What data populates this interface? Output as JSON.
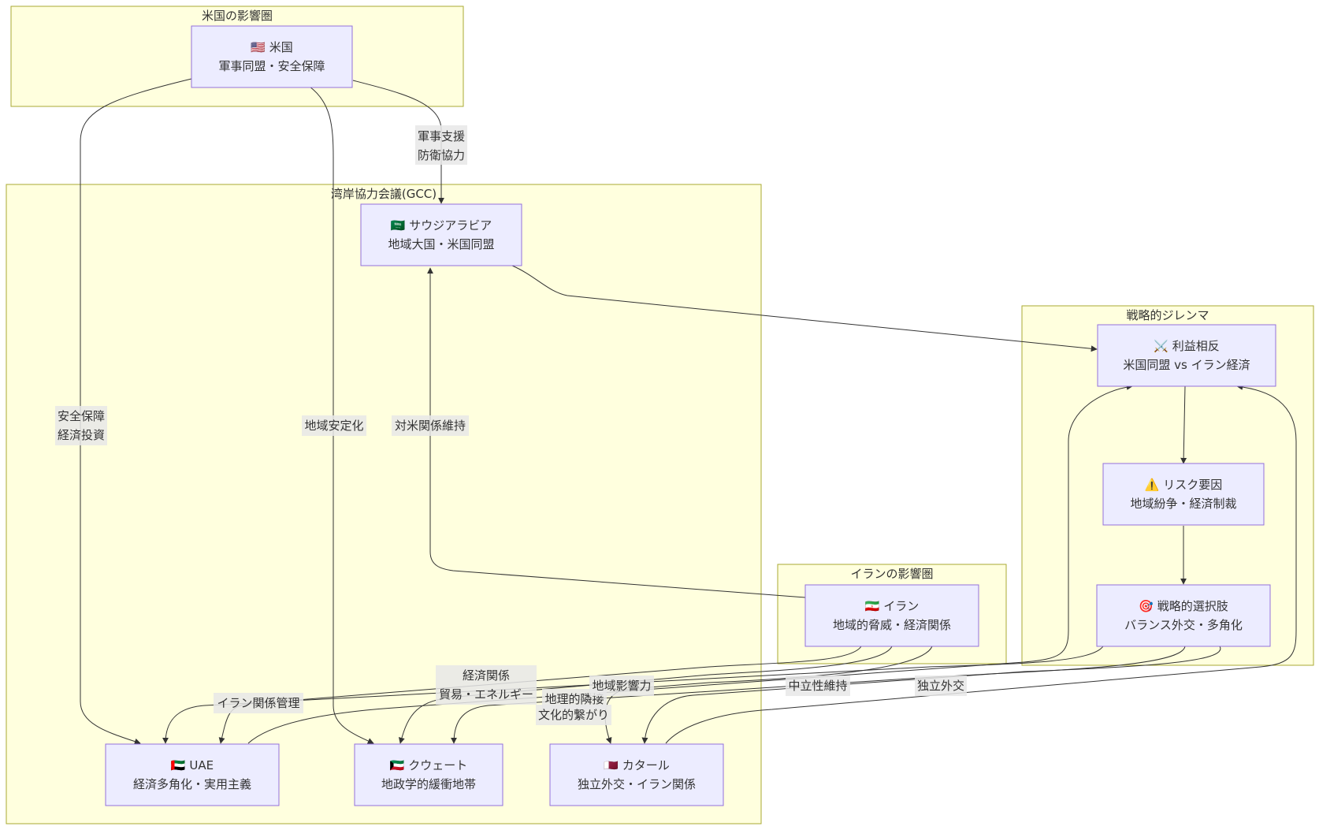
{
  "clusters": {
    "usa": {
      "title": "米国の影響圏"
    },
    "gcc": {
      "title": "湾岸協力会議(GCC)"
    },
    "iran": {
      "title": "イランの影響圏"
    },
    "dilemma": {
      "title": "戦略的ジレンマ"
    }
  },
  "nodes": {
    "usa": {
      "icon": "🇺🇸",
      "name": "米国",
      "desc": "軍事同盟・安全保障"
    },
    "saudi": {
      "icon": "🇸🇦",
      "name": "サウジアラビア",
      "desc": "地域大国・米国同盟"
    },
    "uae": {
      "icon": "🇦🇪",
      "name": "UAE",
      "desc": "経済多角化・実用主義"
    },
    "kuwait": {
      "icon": "🇰🇼",
      "name": "クウェート",
      "desc": "地政学的緩衝地帯"
    },
    "qatar": {
      "icon": "🇶🇦",
      "name": "カタール",
      "desc": "独立外交・イラン関係"
    },
    "iran": {
      "icon": "🇮🇷",
      "name": "イラン",
      "desc": "地域的脅威・経済関係"
    },
    "conflict": {
      "icon": "⚔️",
      "name": "利益相反",
      "desc": "米国同盟 vs イラン経済"
    },
    "risk": {
      "icon": "⚠️",
      "name": "リスク要因",
      "desc": "地域紛争・経済制裁"
    },
    "strategy": {
      "icon": "🎯",
      "name": "戦略的選択肢",
      "desc": "バランス外交・多角化"
    }
  },
  "edges": [
    {
      "from": "usa",
      "to": "saudi",
      "label": [
        "軍事支援",
        "防衛協力"
      ]
    },
    {
      "from": "usa",
      "to": "uae",
      "label": [
        "安全保障",
        "経済投資"
      ]
    },
    {
      "from": "usa",
      "to": "kuwait",
      "label": [
        "地域安定化"
      ]
    },
    {
      "from": "iran",
      "to": "saudi",
      "label": [
        "対米関係維持"
      ]
    },
    {
      "from": "saudi",
      "to": "conflict",
      "label": []
    },
    {
      "from": "conflict",
      "to": "risk",
      "label": []
    },
    {
      "from": "risk",
      "to": "strategy",
      "label": []
    },
    {
      "from": "iran",
      "to": "uae",
      "label": [
        "経済関係",
        "貿易・エネルギー"
      ]
    },
    {
      "from": "iran",
      "to": "kuwait",
      "label": [
        "地理的隣接"
      ]
    },
    {
      "from": "iran",
      "to": "qatar",
      "label": [
        "文化的繋がり"
      ]
    },
    {
      "from": "strategy",
      "to": "uae",
      "label": [
        "イラン関係管理"
      ]
    },
    {
      "from": "strategy",
      "to": "kuwait",
      "label": [
        "地域影響力"
      ]
    },
    {
      "from": "strategy",
      "to": "qatar",
      "label": [
        "中立性維持"
      ]
    },
    {
      "from": "uae",
      "to": "conflict",
      "label": []
    },
    {
      "from": "qatar",
      "to": "conflict",
      "label": [
        "独立外交"
      ]
    }
  ]
}
